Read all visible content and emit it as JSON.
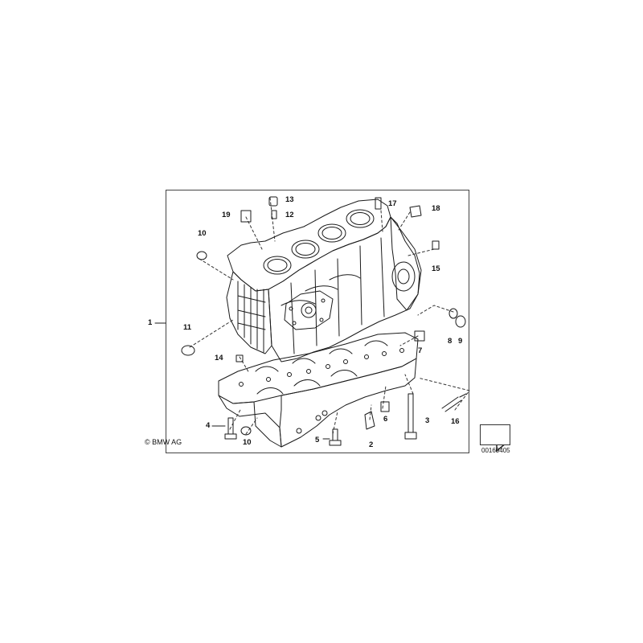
{
  "diagram": {
    "callouts": [
      {
        "id": "1",
        "label": "1"
      },
      {
        "id": "2",
        "label": "2"
      },
      {
        "id": "3",
        "label": "3"
      },
      {
        "id": "4",
        "label": "4"
      },
      {
        "id": "5",
        "label": "5"
      },
      {
        "id": "6",
        "label": "6"
      },
      {
        "id": "7",
        "label": "7"
      },
      {
        "id": "8",
        "label": "8"
      },
      {
        "id": "9",
        "label": "9"
      },
      {
        "id": "10a",
        "label": "10"
      },
      {
        "id": "10b",
        "label": "10"
      },
      {
        "id": "11",
        "label": "11"
      },
      {
        "id": "12",
        "label": "12"
      },
      {
        "id": "13",
        "label": "13"
      },
      {
        "id": "14",
        "label": "14"
      },
      {
        "id": "15",
        "label": "15"
      },
      {
        "id": "16",
        "label": "16"
      },
      {
        "id": "17",
        "label": "17"
      },
      {
        "id": "18",
        "label": "18"
      },
      {
        "id": "19",
        "label": "19"
      }
    ],
    "copyright": "© BMW AG",
    "doc_id": "00160405",
    "icons": {
      "nav": "arrow-down-right-icon"
    }
  }
}
